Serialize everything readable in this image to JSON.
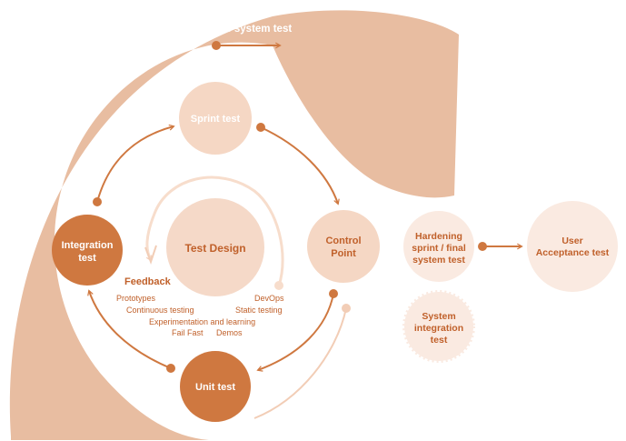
{
  "outer_loop": {
    "label": "Continuous system test",
    "color": "#e8bda1"
  },
  "center": {
    "title": "Test Design",
    "color": "#f5d9c8",
    "ring_color": "#f7ddcc"
  },
  "stages": {
    "sprint_test": {
      "label": "Sprint test",
      "color": "#f5d7c4"
    },
    "control_point": {
      "line1": "Control",
      "line2": "Point",
      "color": "#f5d7c4"
    },
    "unit_test": {
      "label": "Unit test",
      "color": "#cf7840"
    },
    "integration_test": {
      "line1": "Integration",
      "line2": "test",
      "color": "#cf7840"
    }
  },
  "feedback": {
    "title": "Feedback",
    "items": [
      "Prototypes",
      "Continuous testing",
      "Experimentation and learning",
      "Fail Fast",
      "Demos"
    ]
  },
  "devops": {
    "items": [
      "DevOps",
      "Static testing"
    ]
  },
  "right_side": {
    "hardening": {
      "line1": "Hardening",
      "line2": "sprint / final",
      "line3": "system test",
      "color": "#faeae1"
    },
    "user_acceptance": {
      "line1": "User",
      "line2": "Acceptance test",
      "color": "#faeae1"
    },
    "system_integration": {
      "line1": "System",
      "line2": "integration",
      "line3": "test",
      "color": "#faeae1"
    }
  },
  "colors": {
    "arrow": "#cf7840",
    "dark_text": "#b4551f",
    "light_text": "#ffffff",
    "body_text": "#c0602a"
  }
}
